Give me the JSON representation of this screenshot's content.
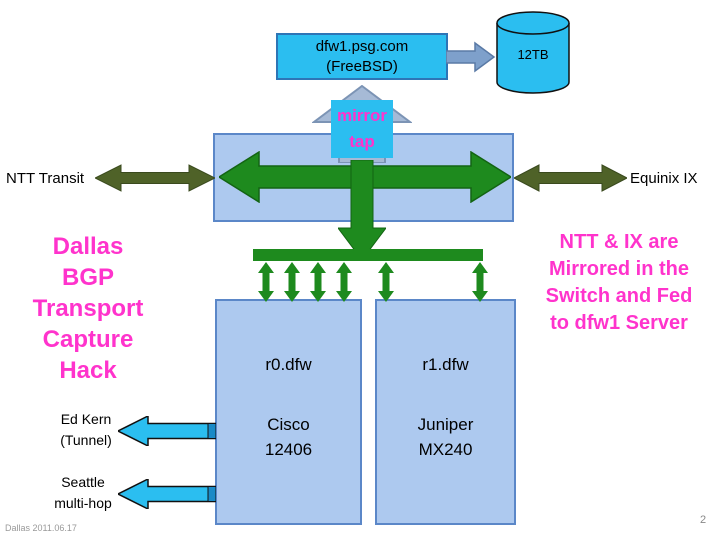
{
  "diagram": {
    "server": {
      "name": "dfw1.psg.com",
      "os": "(FreeBSD)"
    },
    "storage": {
      "capacity": "12TB"
    },
    "mirror_tap": {
      "line1": "mirror",
      "line2": "tap"
    },
    "routers": [
      {
        "name": "r0.dfw",
        "vendor": "Cisco",
        "model": "12406"
      },
      {
        "name": "r1.dfw",
        "vendor": "Juniper",
        "model": "MX240"
      }
    ],
    "links": {
      "ntt": "NTT Transit",
      "equinix": "Equinix IX",
      "ed_kern": {
        "line1": "Ed Kern",
        "line2": "(Tunnel)"
      },
      "seattle": {
        "line1": "Seattle",
        "line2": "multi-hop"
      }
    }
  },
  "annotations": {
    "title_lines": [
      "Dallas",
      "BGP",
      "Transport",
      "Capture",
      "Hack"
    ],
    "note_lines": [
      "NTT & IX are",
      "Mirrored in the",
      "Switch and Fed",
      "to dfw1 Server"
    ]
  },
  "footer": {
    "date": "Dallas 2011.06.17",
    "page": "2"
  },
  "colors": {
    "cyan": "#2bbef0",
    "box_blue": "#adc9ef",
    "box_border": "#5b87c8",
    "green": "#1e8a1e",
    "olive": "#4f6228",
    "steel_arrow": "#7ea0cb",
    "mirror_arrow": "#a6bad6",
    "magenta": "#ff33cc"
  }
}
